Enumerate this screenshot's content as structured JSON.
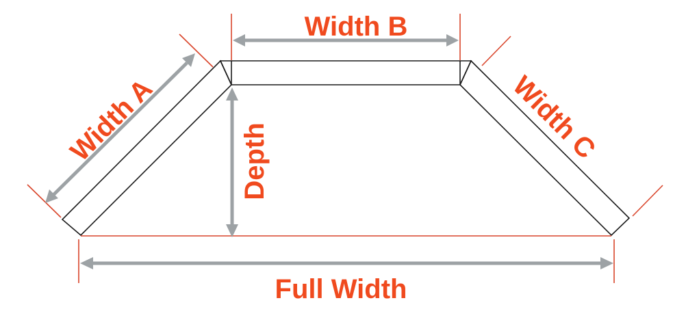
{
  "diagram": {
    "labels": {
      "width_a": "Width A",
      "width_b": "Width B",
      "width_c": "Width C",
      "depth": "Depth",
      "full_width": "Full Width"
    },
    "colors": {
      "label": "#f04a1e",
      "dimension_arrow": "#9da2a5",
      "extension_line": "#d9442a",
      "outline": "#1a1a1a",
      "background": "#ffffff"
    }
  }
}
